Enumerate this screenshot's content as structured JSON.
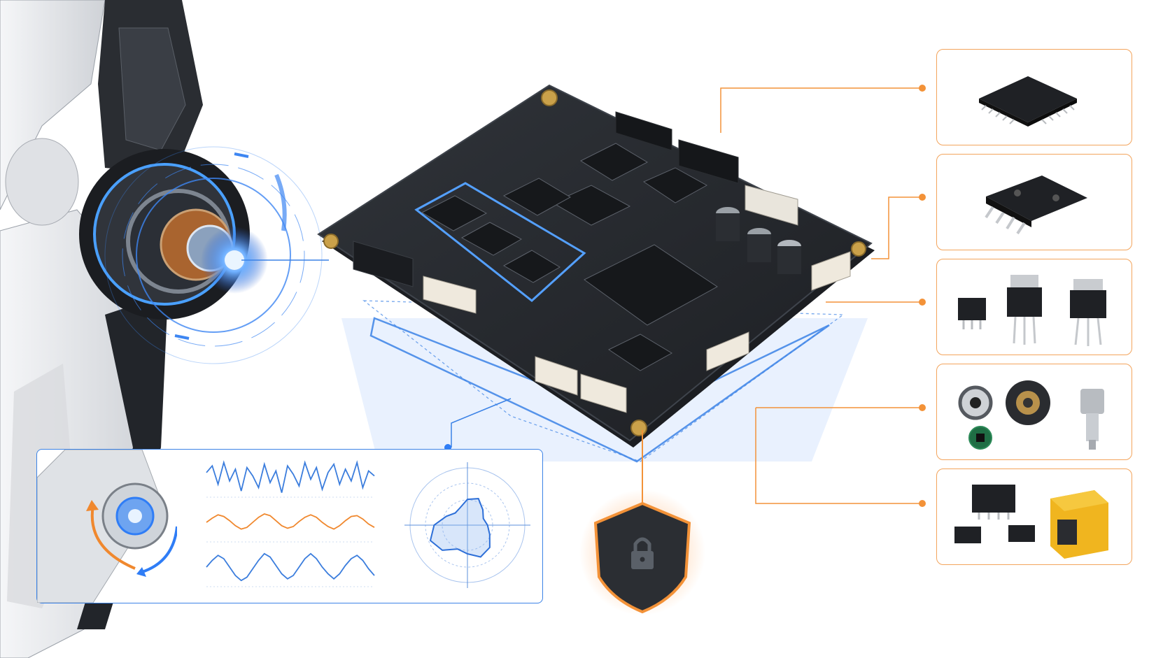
{
  "colors": {
    "accent_blue": "#2f7df6",
    "accent_orange": "#f39238",
    "pcb": "#25282d",
    "robot_shell": "#e6e7ea"
  },
  "components": [
    {
      "kind": "qfp-chip"
    },
    {
      "kind": "power-mosfet"
    },
    {
      "kind": "to220-transistors"
    },
    {
      "kind": "bearings-encoder"
    },
    {
      "kind": "ic-and-relay"
    }
  ],
  "chart_data": [
    {
      "type": "line",
      "series": [
        {
          "color": "#3b7ddd",
          "values": [
            0.3,
            0.7,
            -0.4,
            0.9,
            -0.2,
            0.5,
            -0.8,
            0.6,
            0.1,
            -0.6,
            0.8,
            -0.3,
            0.4,
            -0.9,
            0.7,
            0.2,
            -0.5,
            0.9,
            -0.1,
            0.6,
            -0.7,
            0.3,
            0.8,
            -0.4,
            0.5,
            -0.2,
            0.9,
            -0.6,
            0.4,
            0.1
          ]
        },
        {
          "color": "#f0882e",
          "values": [
            0.0,
            0.25,
            0.45,
            0.35,
            0.1,
            -0.2,
            -0.4,
            -0.3,
            0.0,
            0.3,
            0.5,
            0.4,
            0.1,
            -0.2,
            -0.35,
            -0.25,
            0.05,
            0.3,
            0.45,
            0.3,
            0.0,
            -0.25,
            -0.4,
            -0.2,
            0.1,
            0.35,
            0.4,
            0.2,
            -0.1,
            -0.3
          ]
        },
        {
          "color": "#3b7ddd",
          "values": [
            0.0,
            0.4,
            0.7,
            0.5,
            0.0,
            -0.5,
            -0.8,
            -0.6,
            -0.1,
            0.4,
            0.8,
            0.6,
            0.1,
            -0.4,
            -0.7,
            -0.5,
            0.0,
            0.5,
            0.8,
            0.5,
            0.0,
            -0.4,
            -0.7,
            -0.4,
            0.1,
            0.5,
            0.7,
            0.4,
            -0.1,
            -0.5
          ]
        }
      ]
    },
    {
      "type": "polar",
      "series": [
        {
          "color": "#2d6fd8",
          "r": [
            0.35,
            0.42,
            0.55,
            0.6,
            0.5,
            0.45,
            0.62,
            0.7,
            0.58,
            0.4,
            0.3,
            0.33,
            0.45,
            0.5,
            0.38,
            0.3
          ]
        }
      ]
    }
  ]
}
